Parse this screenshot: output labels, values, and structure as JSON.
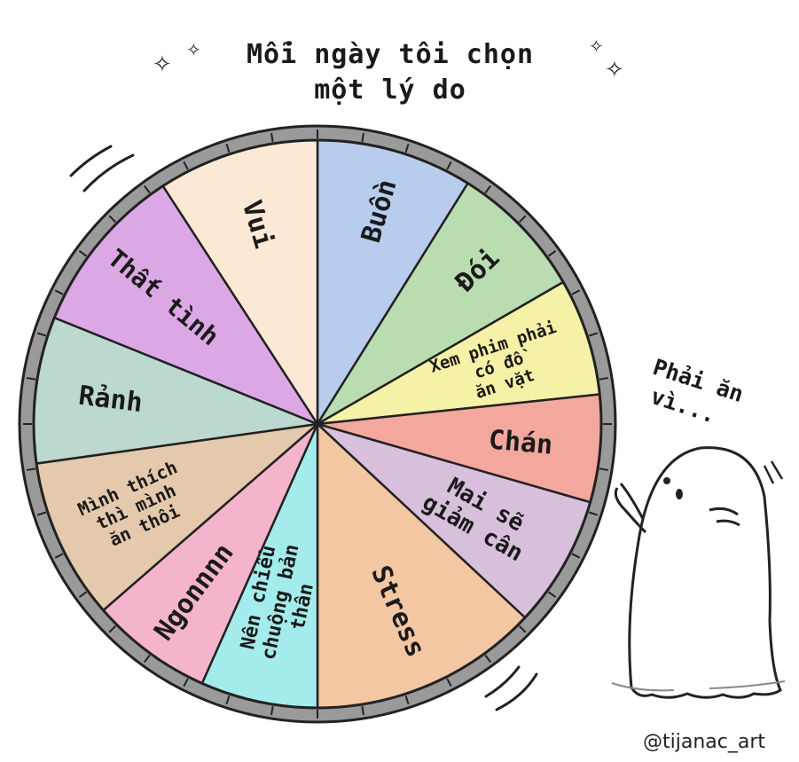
{
  "title": {
    "line1": "Mỗi ngày tôi chọn",
    "line2": "một lý do"
  },
  "speech": {
    "line1": "Phải ăn",
    "line2": "vì..."
  },
  "credit": "@tijanac_art",
  "icons": [
    "sparkle-icon",
    "ghost-character"
  ],
  "wheel": {
    "segments": [
      {
        "lines": [
          "Buồn"
        ],
        "color": "#b8cdee"
      },
      {
        "lines": [
          "Đói"
        ],
        "color": "#b9ddb0"
      },
      {
        "lines": [
          "Xem phim phải",
          "có đồ",
          "ăn vặt"
        ],
        "color": "#f5f1a6"
      },
      {
        "lines": [
          "Chán"
        ],
        "color": "#f4a79d"
      },
      {
        "lines": [
          "Mai sẽ",
          "giảm cân"
        ],
        "color": "#d8c0dc"
      },
      {
        "lines": [
          "Stress"
        ],
        "color": "#f3c7a2"
      },
      {
        "lines": [
          "Nên chiều",
          "chuộng bản",
          "thân"
        ],
        "color": "#a4ecec"
      },
      {
        "lines": [
          "Ngonnnn"
        ],
        "color": "#f4b5cc"
      },
      {
        "lines": [
          "Mình thích",
          "thì mình",
          "ăn thôi"
        ],
        "color": "#e5c9ad"
      },
      {
        "lines": [
          "Rảnh"
        ],
        "color": "#bcd9d0"
      },
      {
        "lines": [
          "Thất tình"
        ],
        "color": "#dba8e5"
      },
      {
        "lines": [
          "Vui"
        ],
        "color": "#fbe9d6"
      }
    ]
  }
}
